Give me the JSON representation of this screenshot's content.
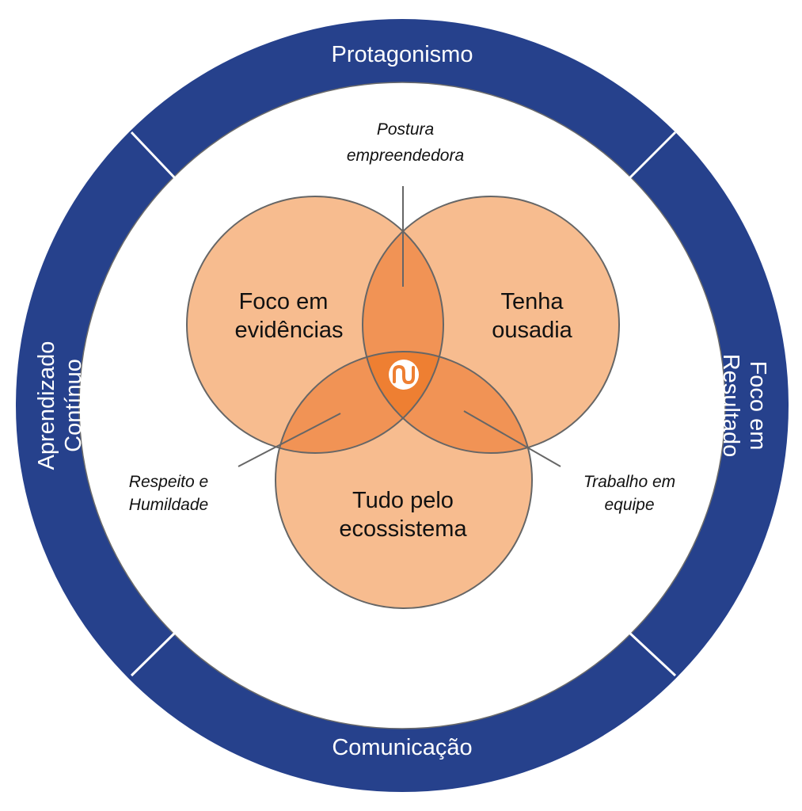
{
  "ring": {
    "color": "#26418c",
    "segments": [
      {
        "label": "Protagonismo"
      },
      {
        "label_lines": [
          "Foco em",
          "Resultado"
        ]
      },
      {
        "label": "Comunicação"
      },
      {
        "label_lines": [
          "Aprendizado",
          "Contínuo"
        ]
      }
    ]
  },
  "circles": [
    {
      "label_lines": [
        "Foco em",
        "evidências"
      ]
    },
    {
      "label_lines": [
        "Tenha",
        "ousadia"
      ]
    },
    {
      "label_lines": [
        "Tudo pelo",
        "ecossistema"
      ]
    }
  ],
  "intersections": [
    {
      "label_lines": [
        "Postura",
        "empreendedora"
      ]
    },
    {
      "label_lines": [
        "Respeito e",
        "Humildade"
      ]
    },
    {
      "label_lines": [
        "Trabalho em",
        "equipe"
      ]
    }
  ],
  "colors": {
    "circle_fill": "#f7bc8f",
    "pair_overlap": "#f19355",
    "center_overlap": "#ee7f32",
    "outline": "#666666"
  },
  "center_logo": {
    "icon": "company-logo-icon"
  }
}
